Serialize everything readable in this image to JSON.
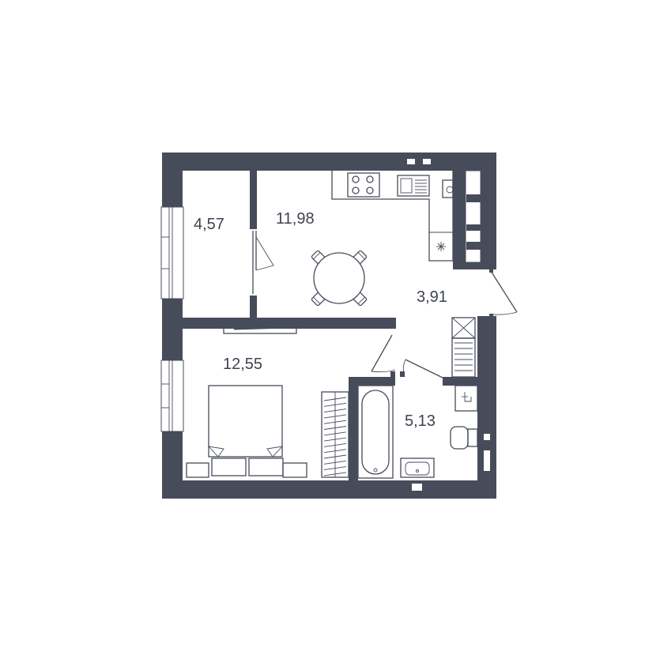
{
  "floor_plan": {
    "rooms": [
      {
        "id": "balcony",
        "area": "4,57"
      },
      {
        "id": "kitchen-living",
        "area": "11,98"
      },
      {
        "id": "hallway",
        "area": "3,91"
      },
      {
        "id": "bedroom",
        "area": "12,55"
      },
      {
        "id": "bathroom",
        "area": "5,13"
      }
    ],
    "colors": {
      "wall": "#474c5a",
      "background": "#ffffff",
      "text": "#3d4350"
    }
  }
}
